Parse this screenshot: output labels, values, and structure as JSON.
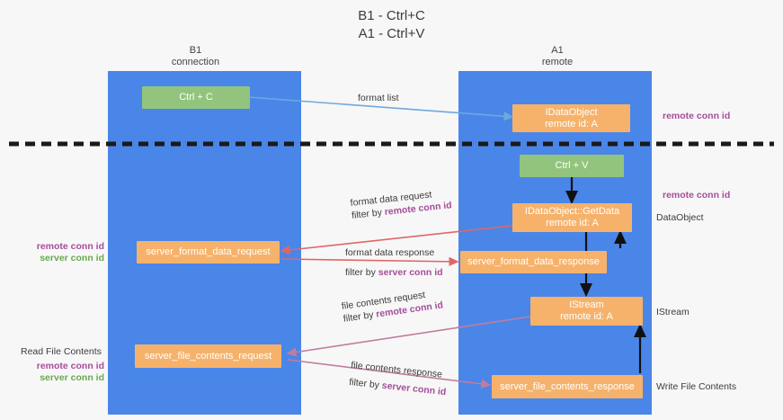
{
  "title": {
    "line1": "B1 - Ctrl+C",
    "line2": "A1 - Ctrl+V"
  },
  "lanes": [
    {
      "id": "b1",
      "title": "B1\nconnection"
    },
    {
      "id": "a1",
      "title": "A1\nremote"
    }
  ],
  "boxes": {
    "ctrl_c": {
      "line1": "Ctrl + C",
      "line2": "",
      "color": "#93c47d"
    },
    "idataobject": {
      "line1": "IDataObject",
      "line2": "remote id: A",
      "color": "#f6b26b"
    },
    "ctrl_v": {
      "line1": "Ctrl + V",
      "line2": "",
      "color": "#93c47d"
    },
    "getdata": {
      "line1": "IDataObject::GetData",
      "line2": "remote id: A",
      "color": "#f6b26b"
    },
    "istream": {
      "line1": "IStream",
      "line2": "remote id: A",
      "color": "#f6b26b"
    },
    "server_format_data_request": {
      "line1": "server_format_data_request",
      "line2": "",
      "color": "#f6b26b"
    },
    "server_format_data_response": {
      "line1": "server_format_data_response",
      "line2": "",
      "color": "#f6b26b"
    },
    "server_file_contents_request": {
      "line1": "server_file_contents_request",
      "line2": "",
      "color": "#f6b26b"
    },
    "server_file_contents_response": {
      "line1": "server_file_contents_response",
      "line2": "",
      "color": "#f6b26b"
    }
  },
  "arrow_labels": {
    "format_list": {
      "text": "format list"
    },
    "format_data_request": {
      "line1": "format data request",
      "line2_prefix": "filter by ",
      "line2_key": "remote conn id"
    },
    "format_data_response": {
      "line1": "format data response",
      "line2_prefix": "filter by ",
      "line2_key": "server conn id"
    },
    "file_contents_request": {
      "line1": "file contents request",
      "line2_prefix": "filter by ",
      "line2_key": "remote conn id"
    },
    "file_contents_response": {
      "line1": "file contents response",
      "line2_prefix": "filter by ",
      "line2_key": "server conn id"
    }
  },
  "side_labels": {
    "right_remote_top": "remote conn id",
    "right_remote_mid": "remote conn id",
    "right_dataobject": "DataObject",
    "right_istream": "IStream",
    "right_write_file_contents": "Write File Contents",
    "left_ids_top_purple": "remote conn id",
    "left_ids_top_green": "server conn id",
    "left_read_file_contents": "Read File Contents",
    "left_ids_bottom_purple": "remote conn id",
    "left_ids_bottom_green": "server conn id"
  },
  "colors": {
    "lane": "#4a86e8",
    "green_box": "#93c47d",
    "orange_box": "#f6b26b",
    "purple": "#a64d9b",
    "green_text": "#6aa84f",
    "red_arrow": "#e06666",
    "blue_arrow": "#9fc5e8",
    "magenta_arrow": "#c27ba0",
    "black_arrow": "#000000",
    "divider": "#1a1a1a",
    "background": "#f7f7f7"
  }
}
